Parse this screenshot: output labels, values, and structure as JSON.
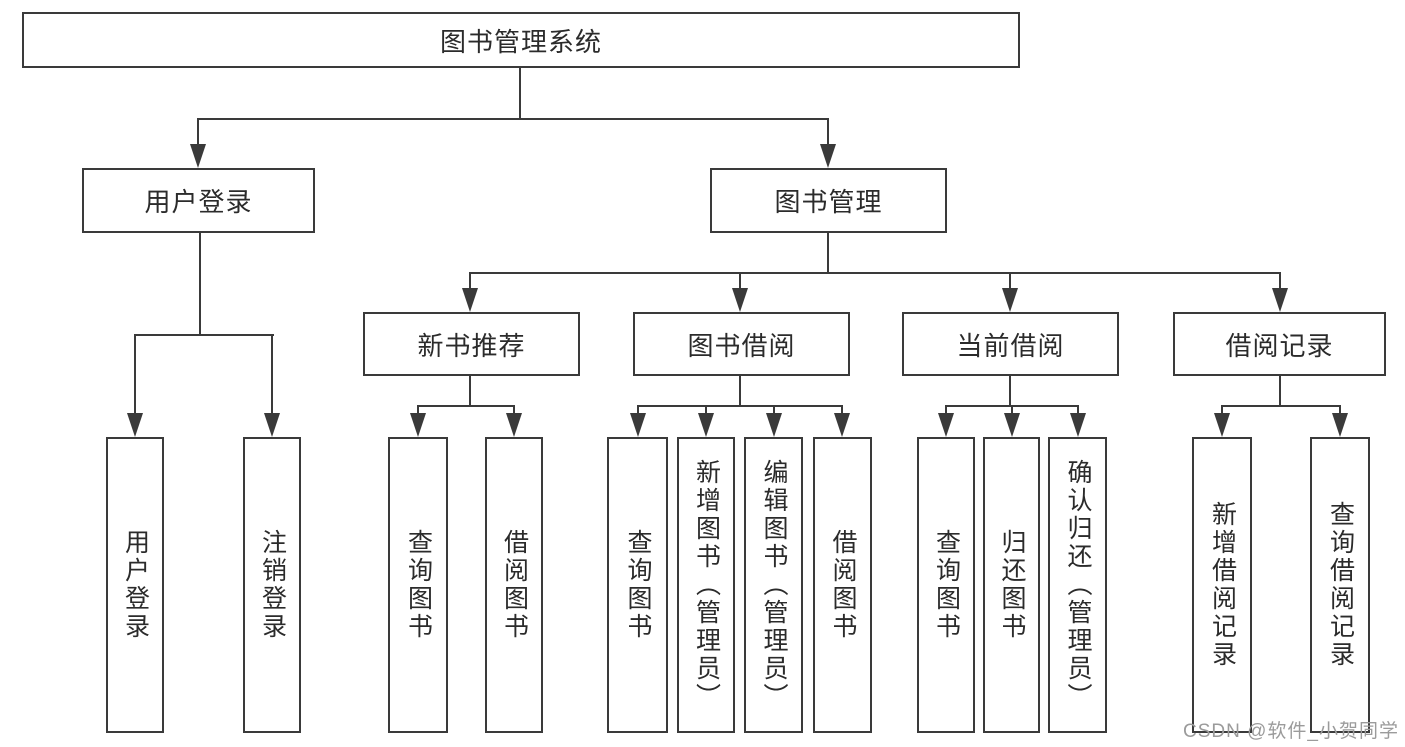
{
  "diagram": {
    "title": "图书管理系统",
    "hierarchy": {
      "label": "图书管理系统",
      "children": [
        {
          "label": "用户登录",
          "children": [
            {
              "label": "用户登录"
            },
            {
              "label": "注销登录"
            }
          ]
        },
        {
          "label": "图书管理",
          "children": [
            {
              "label": "新书推荐",
              "children": [
                {
                  "label": "查询图书"
                },
                {
                  "label": "借阅图书"
                }
              ]
            },
            {
              "label": "图书借阅",
              "children": [
                {
                  "label": "查询图书"
                },
                {
                  "label": "新增图书（管理员）"
                },
                {
                  "label": "编辑图书（管理员）"
                },
                {
                  "label": "借阅图书"
                }
              ]
            },
            {
              "label": "当前借阅",
              "children": [
                {
                  "label": "查询图书"
                },
                {
                  "label": "归还图书"
                },
                {
                  "label": "确认归还（管理员）"
                }
              ]
            },
            {
              "label": "借阅记录",
              "children": [
                {
                  "label": "新增借阅记录"
                },
                {
                  "label": "查询借阅记录"
                }
              ]
            }
          ]
        }
      ]
    },
    "colors": {
      "line": "#3a3a3a",
      "text": "#2b2b2b",
      "background": "#ffffff"
    }
  },
  "watermark": {
    "text": "CSDN @软件_小贺同学",
    "color": "#9b9b9b"
  }
}
